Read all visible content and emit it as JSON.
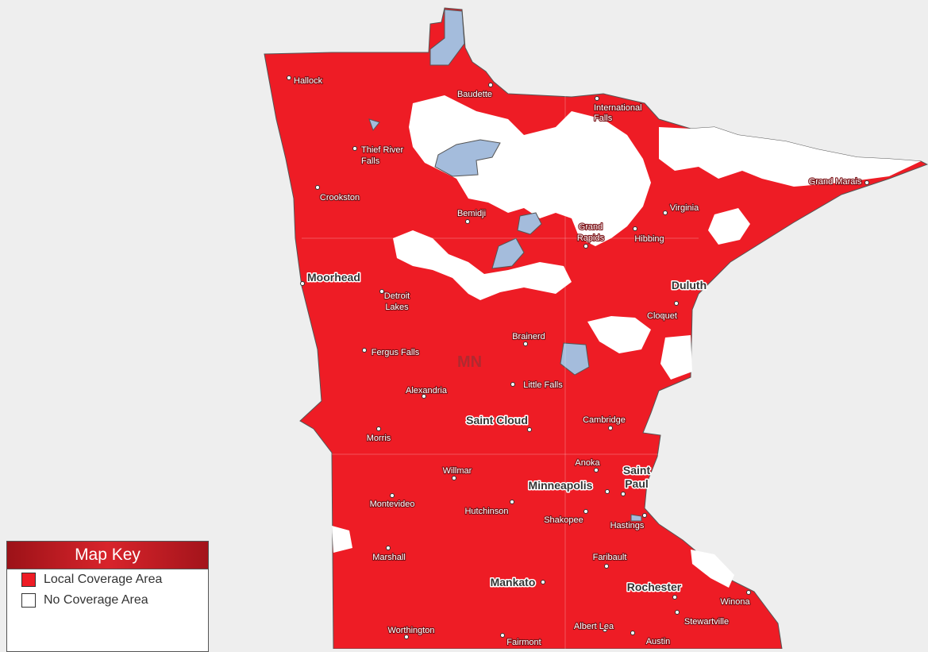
{
  "colors": {
    "coverage": "#ee1c25",
    "no_coverage": "#ffffff",
    "water": "#a4bcdc",
    "background": "#eeeeee",
    "state_label": "#b02a30"
  },
  "map": {
    "state_label": "MN",
    "cities": [
      {
        "id": "hallock",
        "name": "Hallock",
        "major": false
      },
      {
        "id": "baudette",
        "name": "Baudette",
        "major": false
      },
      {
        "id": "international-falls",
        "name": "International Falls",
        "major": false
      },
      {
        "id": "thief-river-falls",
        "name": "Thief River Falls",
        "major": false
      },
      {
        "id": "crookston",
        "name": "Crookston",
        "major": false
      },
      {
        "id": "grand-marais",
        "name": "Grand Marais",
        "major": false
      },
      {
        "id": "bemidji",
        "name": "Bemidji",
        "major": false
      },
      {
        "id": "virginia",
        "name": "Virginia",
        "major": false
      },
      {
        "id": "grand-rapids",
        "name": "Grand Rapids",
        "major": false
      },
      {
        "id": "hibbing",
        "name": "Hibbing",
        "major": false
      },
      {
        "id": "moorhead",
        "name": "Moorhead",
        "major": true
      },
      {
        "id": "duluth",
        "name": "Duluth",
        "major": true
      },
      {
        "id": "detroit-lakes",
        "name": "Detroit Lakes",
        "major": false
      },
      {
        "id": "cloquet",
        "name": "Cloquet",
        "major": false
      },
      {
        "id": "brainerd",
        "name": "Brainerd",
        "major": false
      },
      {
        "id": "fergus-falls",
        "name": "Fergus Falls",
        "major": false
      },
      {
        "id": "little-falls",
        "name": "Little Falls",
        "major": false
      },
      {
        "id": "alexandria",
        "name": "Alexandria",
        "major": false
      },
      {
        "id": "saint-cloud",
        "name": "Saint Cloud",
        "major": true
      },
      {
        "id": "cambridge",
        "name": "Cambridge",
        "major": false
      },
      {
        "id": "morris",
        "name": "Morris",
        "major": false
      },
      {
        "id": "anoka",
        "name": "Anoka",
        "major": false
      },
      {
        "id": "saint-paul",
        "name": "Saint Paul",
        "major": true
      },
      {
        "id": "willmar",
        "name": "Willmar",
        "major": false
      },
      {
        "id": "minneapolis",
        "name": "Minneapolis",
        "major": true
      },
      {
        "id": "montevideo",
        "name": "Montevideo",
        "major": false
      },
      {
        "id": "hutchinson",
        "name": "Hutchinson",
        "major": false
      },
      {
        "id": "shakopee",
        "name": "Shakopee",
        "major": false
      },
      {
        "id": "hastings",
        "name": "Hastings",
        "major": false
      },
      {
        "id": "marshall",
        "name": "Marshall",
        "major": false
      },
      {
        "id": "faribault",
        "name": "Faribault",
        "major": false
      },
      {
        "id": "mankato",
        "name": "Mankato",
        "major": true
      },
      {
        "id": "rochester",
        "name": "Rochester",
        "major": true
      },
      {
        "id": "winona",
        "name": "Winona",
        "major": false
      },
      {
        "id": "stewartville",
        "name": "Stewartville",
        "major": false
      },
      {
        "id": "worthington",
        "name": "Worthington",
        "major": false
      },
      {
        "id": "albert-lea",
        "name": "Albert Lea",
        "major": false
      },
      {
        "id": "austin",
        "name": "Austin",
        "major": false
      },
      {
        "id": "fairmont",
        "name": "Fairmont",
        "major": false
      }
    ]
  },
  "legend": {
    "title": "Map Key",
    "items": [
      {
        "label": "Local Coverage Area",
        "color": "#ee1c25"
      },
      {
        "label": "No Coverage Area",
        "color": "#ffffff"
      }
    ]
  }
}
